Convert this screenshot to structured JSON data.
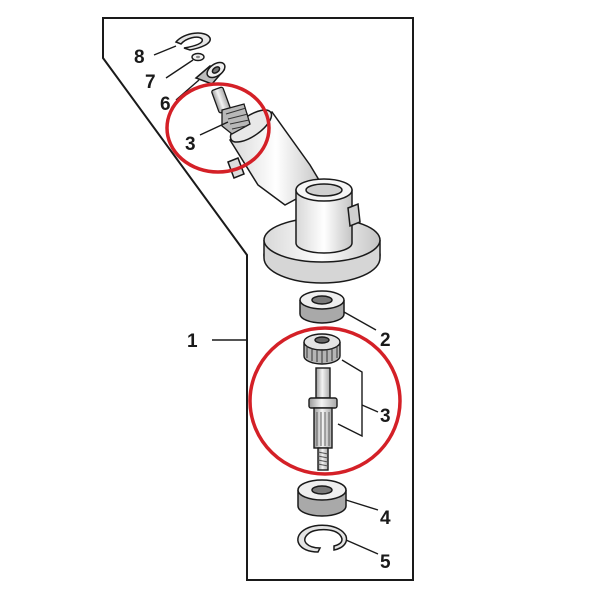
{
  "diagram": {
    "frame_label": "1",
    "callouts": [
      {
        "id": "retaining-ring-top",
        "text": "8"
      },
      {
        "id": "washer-top",
        "text": "7"
      },
      {
        "id": "bearing-top",
        "text": "6"
      },
      {
        "id": "pinion-gear",
        "text": "3"
      },
      {
        "id": "bearing-middle",
        "text": "2"
      },
      {
        "id": "spindle-gear",
        "text": "3"
      },
      {
        "id": "bearing-bottom",
        "text": "4"
      },
      {
        "id": "retaining-ring-bottom",
        "text": "5"
      }
    ],
    "colors": {
      "line": "#1a1a1a",
      "highlight_circle": "#d42027",
      "part_fill_light": "#f2f2f2",
      "part_fill_mid": "#cfcfcf",
      "part_fill_dark": "#9a9a9a"
    }
  }
}
